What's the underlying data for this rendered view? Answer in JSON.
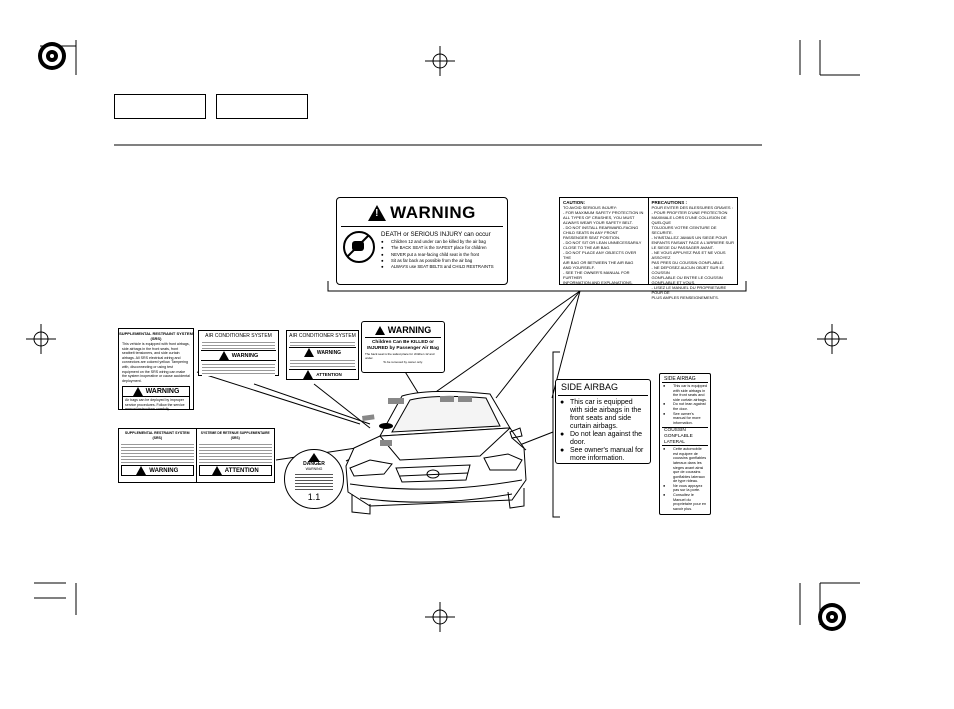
{
  "header": {
    "tab1": "",
    "tab2": ""
  },
  "main_warning": {
    "title": "WARNING",
    "headline": "DEATH or SERIOUS INJURY can occur",
    "bullets": [
      "Children 12 and under can be killed by the air bag",
      "The BACK SEAT is the SAFEST place for children",
      "NEVER put a rear-facing child seat in the front",
      "Sit as far back as possible from the air bag",
      "ALWAYS use SEAT BELTS and CHILD RESTRAINTS"
    ]
  },
  "caution_label": {
    "en_title": "CAUTION:",
    "en_lines": [
      "TO AVOID SERIOUS INJURY:",
      "- FOR MAXIMUM SAFETY PROTECTION IN",
      "  ALL TYPES OF CRASHES, YOU MUST",
      "  ALWAYS WEAR YOUR SAFETY BELT.",
      "- DO NOT INSTALL REARWARD-FACING",
      "  CHILD SEATS IN ANY FRONT",
      "  PASSENGER SEAT POSITION.",
      "- DO NOT SIT OR LEAN UNNECESSARILY",
      "  CLOSE TO THE AIR BAG.",
      "- DO NOT PLACE ANY OBJECTS OVER THE",
      "  AIR BAG OR BETWEEN THE AIR BAG",
      "  AND YOURSELF.",
      "- SEE THE OWNER'S MANUAL FOR FURTHER",
      "  INFORMATION AND EXPLANATIONS."
    ],
    "fr_title": "PRECAUTIONS :",
    "fr_lines": [
      "POUR EVITER DES BLESSURES GRAVES :",
      "- POUR PROFITER D'UNE PROTECTION",
      "  MAXIMALE LORS D'UNE COLLISION DE QUELQUE",
      "  TOUJOURS VOTRE CEINTURE DE SECURITE.",
      "- N'INSTALLEZ JAMAIS UN SIEGE POUR",
      "  ENFANTS FAISANT FACE A L'ARRIERE SUR",
      "  LE SIEGE DU PASSAGER AVANT.",
      "- NE VOUS APPUYEZ PAS ET NE VOUS ASSOYEZ",
      "  PAS PRES DU COUSSIN GONFLABLE.",
      "- NE DEPOSEZ AUCUN OBJET SUR LE COUSSIN",
      "  GONFLABLE OU ENTRE LE COUSSIN",
      "  GONFLABLE ET VOUS.",
      "- LISEZ LE MANUEL DU PROPRIETAIRE POUR DE",
      "  PLUS AMPLES RENSEIGNEMENTS."
    ]
  },
  "srs_label": {
    "title": "SUPPLEMENTAL RESTRAINT SYSTEM (SRS)",
    "body": "This vehicle is equipped with front airbags, side airbags in the front seats, front seatbelt tensioners, and side curtain airbags. All SRS electrical wiring and connectors are colored yellow. Tampering with, disconnecting or using test equipment on the SRS wiring can make the system inoperative or cause accidental deployment.",
    "warning": "WARNING",
    "warning_text": "Air bags can be deployed by improper service procedures. Follow the service manual instructions carefully."
  },
  "srs_fr_label": {
    "title_en": "SUPPLEMENTAL RESTRAINT SYSTEM (SRS)",
    "title_fr": "SYSTEME DE RETENUE SUPPLEMENTAIRE (SRS)",
    "warning": "WARNING",
    "attention": "ATTENTION"
  },
  "ac_label1": {
    "title": "AIR CONDITIONER SYSTEM",
    "warning": "WARNING"
  },
  "ac_label2": {
    "title": "AIR CONDITIONER SYSTEM",
    "warning": "WARNING",
    "attention": "ATTENTION"
  },
  "small_warning": {
    "title": "WARNING",
    "line1": "Children Can Be KILLED or",
    "line2": "INJURED by Passenger Air Bag",
    "small": "The back seat is the safest place for children 12 and under.",
    "foot": "To be removed by owner only."
  },
  "danger_disc": {
    "title": "DANGER",
    "subtitle": "WARNING",
    "bottom": "1.1"
  },
  "side_airbag_en": {
    "title": "SIDE AIRBAG",
    "bullets": [
      "This car is equipped with side airbags in the front seats and side curtain airbags.",
      "Do not lean against the door.",
      "See owner's manual for more information."
    ]
  },
  "side_airbag_bi": {
    "title_en": "SIDE AIRBAG",
    "bullets_en": [
      "This car is equipped with side airbags in the front seats and side curtain airbags.",
      "Do not lean against the door.",
      "See owner's manual for more information."
    ],
    "title_fr": "COUSSIN GONFLABLE LATERAL",
    "bullets_fr": [
      "Cette automobile est equipee de coussins gonflables lateraux dans les sieges avant ainsi que de coussins gonflables lateraux de type rideau.",
      "Ne vous appuyez pas sur la porte.",
      "Consultez le Manuel du proprietaire pour en savoir plus."
    ]
  }
}
